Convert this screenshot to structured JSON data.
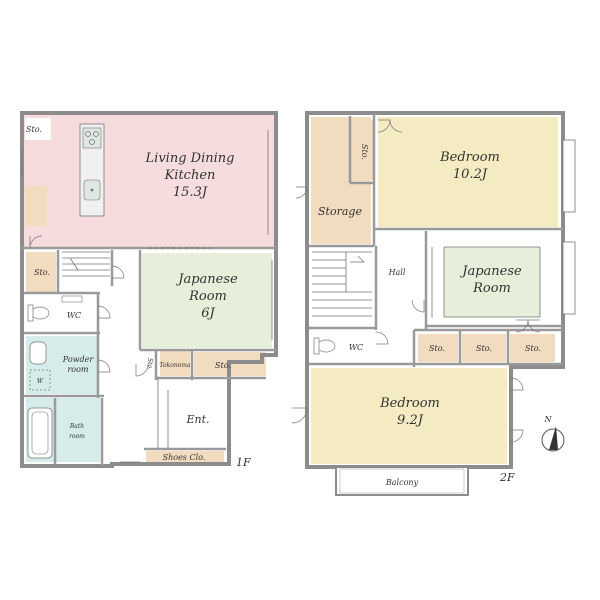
{
  "colors": {
    "living": "#f6dcdc",
    "japanese": "#e6efd9",
    "bedroom": "#f5ebc3",
    "wood": "#f2dcc0",
    "bath": "#d5ecea",
    "hall": "#ffffff",
    "wall": "#8c8c8c"
  },
  "floor1": {
    "label": "1F",
    "rooms": {
      "ldk_line1": "Living Dining",
      "ldk_line2": "Kitchen",
      "ldk_size": "15.3J",
      "japanese_line1": "Japanese",
      "japanese_line2": "Room",
      "japanese_size": "6J",
      "sto_top": "Sto.",
      "sto_left": "Sto.",
      "wc": "WC",
      "powder_line1": "Powder",
      "powder_line2": "room",
      "washer": "W",
      "bath_line1": "Bath",
      "bath_line2": "room",
      "sto_vertical": "Sto.",
      "tokonoma": "Tokonoma",
      "sto_japanese": "Sto.",
      "entrance": "Ent.",
      "shoes_closet": "Shoes Clo."
    }
  },
  "floor2": {
    "label": "2F",
    "rooms": {
      "bedroom1_name": "Bedroom",
      "bedroom1_size": "10.2J",
      "sto_vertical": "Sto.",
      "storage": "Storage",
      "hall": "Hall",
      "japanese_line1": "Japanese",
      "japanese_line2": "Room",
      "wc": "WC",
      "sto_1": "Sto.",
      "sto_2": "Sto.",
      "sto_3": "Sto.",
      "bedroom2_name": "Bedroom",
      "bedroom2_size": "9.2J",
      "balcony": "Balcony"
    }
  },
  "compass": {
    "label": "N",
    "icon": "north-arrow-icon"
  }
}
